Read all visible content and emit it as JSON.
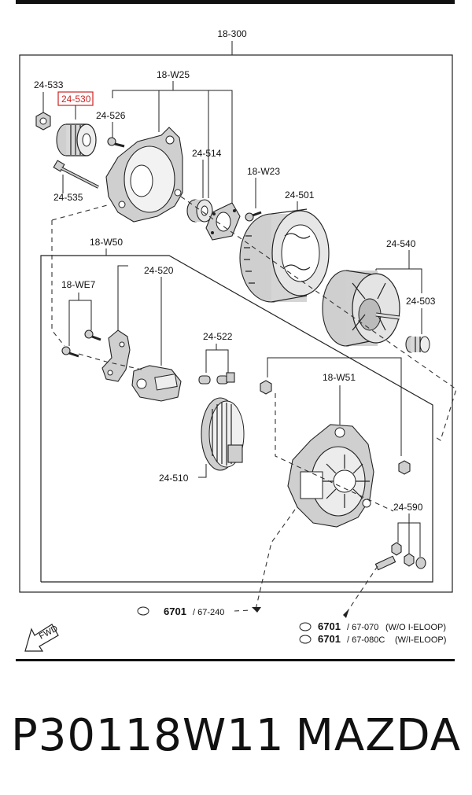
{
  "diagram": {
    "assembly_label": "18-300",
    "labels": {
      "l24533": "24-533",
      "l24530": "24-530",
      "l24535": "24-535",
      "l18W25": "18-W25",
      "l24526": "24-526",
      "l24514": "24-514",
      "l18W23": "18-W23",
      "l24501": "24-501",
      "l18W50": "18-W50",
      "l24540": "24-540",
      "l24503": "24-503",
      "l18WE7": "18-WE7",
      "l24520": "24-520",
      "l24522": "24-522",
      "l18W51": "18-W51",
      "l24510": "24-510",
      "l24590": "24-590"
    },
    "refs": [
      {
        "code": "6701",
        "sub": "/ 67-240"
      },
      {
        "code": "6701",
        "sub": "/ 67-070",
        "note": "(W/O I-ELOOP)"
      },
      {
        "code": "6701",
        "sub": "/ 67-080C",
        "note": "(W/I-ELOOP)"
      }
    ],
    "fwd_label": "FWD",
    "highlight_color": "#cc2222"
  },
  "caption": {
    "part_number": "P30118W11",
    "brand": "MAZDA"
  }
}
